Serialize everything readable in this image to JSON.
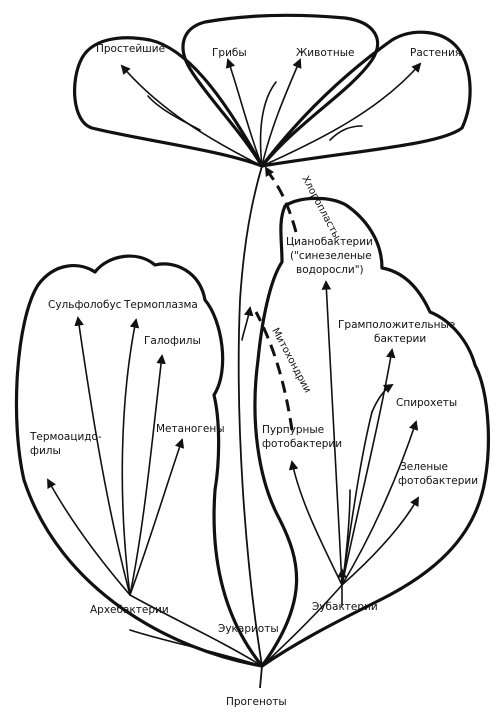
{
  "labels": {
    "protozoa": "Простейшие",
    "fungi": "Грибы",
    "animals": "Животные",
    "plants": "Растения",
    "chloroplasts": "Хлоропласты",
    "cyanobacteria_1": "Цианобактерии",
    "cyanobacteria_2": "(\"синезеленые",
    "cyanobacteria_3": "водоросли\")",
    "sulfolobus": "Сульфолобус",
    "thermoplasma": "Термоплазма",
    "halophiles": "Галофилы",
    "methanogens": "Метаногены",
    "thermoacidophiles_1": "Термоацидо-",
    "thermoacidophiles_2": "филы",
    "mitochondria": "Митохондрии",
    "gram_positive_1": "Грамположительные",
    "gram_positive_2": "бактерии",
    "spirochetes": "Спирохеты",
    "purple_bacteria_1": "Пурпурные",
    "purple_bacteria_2": "фотобактерии",
    "green_bacteria_1": "Зеленые",
    "green_bacteria_2": "фотобактерии",
    "archaebacteria": "Архебактерии",
    "eubacteria": "Эубактерии",
    "eukaryotes": "Эукариоты",
    "progenotes": "Прогеноты"
  }
}
